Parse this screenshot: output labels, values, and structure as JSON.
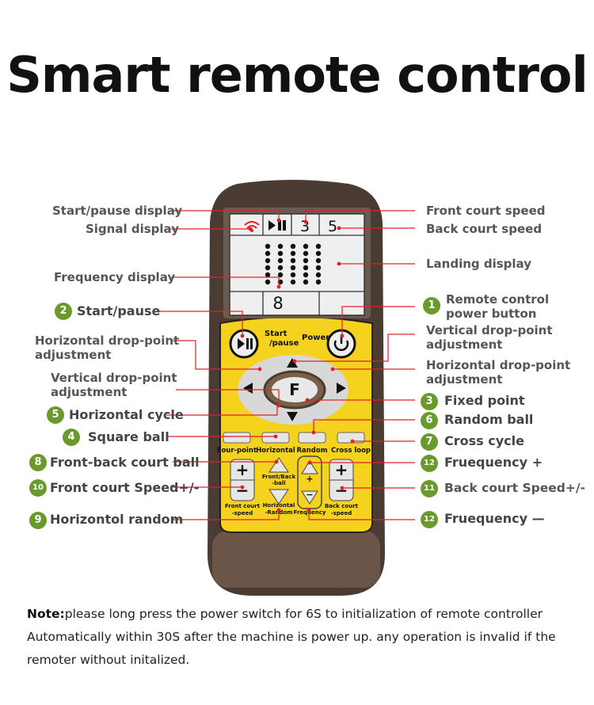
{
  "title": "Smart remote control",
  "remote": {
    "display": {
      "speed_front": "3",
      "speed_back": "5",
      "frequency": "8",
      "fixed_key": "F"
    },
    "buttons": {
      "start_label_1": "Start",
      "start_label_2": "/pause",
      "power_label": "Power",
      "four_point": "Four-point",
      "horizontal": "Horizontal",
      "random": "Random",
      "cross_loop": "Cross loop",
      "front_back_1": "Front/Back",
      "front_back_2": "-ball",
      "front_speed_1": "Front court",
      "front_speed_2": "-speed",
      "horiz_random_1": "Horizontal",
      "horiz_random_2": "-Random",
      "frequency": "Frequency",
      "back_speed_1": "Back court",
      "back_speed_2": "-speed",
      "plus": "+",
      "minus": "−"
    }
  },
  "labels": {
    "start_pause_display": "Start/pause display",
    "signal_display": "Signal display",
    "frequency_display": "Frequency display",
    "start_pause": "Start/pause",
    "horiz_adj": "Horizontal drop-point\nadjustment",
    "vert_adj": "Vertical drop-point\nadjustment",
    "horizontal_cycle": "Horizontal cycle",
    "square_ball": "Square ball",
    "front_back_ball": "Front-back court ball",
    "front_speed": "Front court Speed+/-",
    "horiz_random": "Horizontol random",
    "front_court_speed": "Front court speed",
    "back_court_speed": "Back court speed",
    "landing_display": "Landing display",
    "power_button": "Remote control\npower button",
    "vert_adj_r": "Vertical drop-point\nadjustment",
    "horiz_adj_r": "Horizontal drop-point\nadjustment",
    "fixed_point": "Fixed point",
    "random_ball": "Random ball",
    "cross_cycle": "Cross  cycle",
    "freq_plus": "Fruequency +",
    "back_speed": "Back court Speed+/-",
    "freq_minus": "Fruequency —"
  },
  "numbers": {
    "n1": "1",
    "n2": "2",
    "n3": "3",
    "n4": "4",
    "n5": "5",
    "n6": "6",
    "n7": "7",
    "n8": "8",
    "n9": "9",
    "n10": "10",
    "n11": "11",
    "n12a": "12",
    "n12b": "12"
  },
  "note": {
    "bold": "Note:",
    "text": "please long press the power switch for 6S to initialization of remote controller Automatically within 30S after the machine is  power up. any operation is invalid if the remoter without initalized."
  },
  "colors": {
    "accent": "#6a9a2b",
    "body": "#4a3a30",
    "panel": "#f5d21e",
    "leader": "#e0202a"
  }
}
